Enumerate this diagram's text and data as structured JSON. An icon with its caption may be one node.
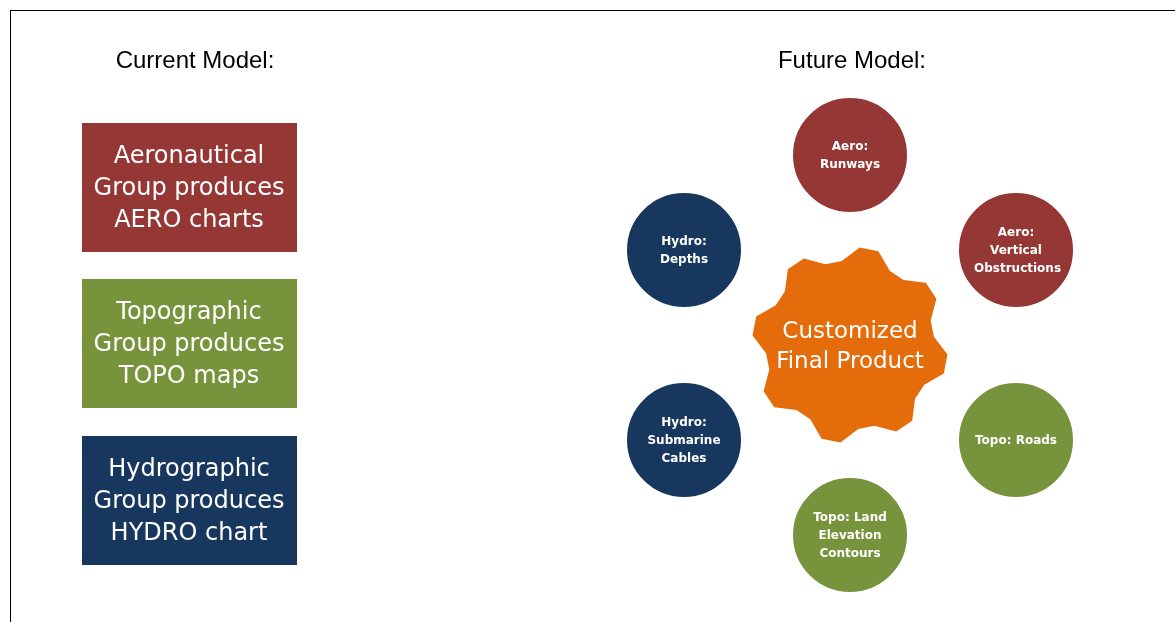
{
  "diagram": {
    "nodes": [
      {
        "text": [
          "Aeronautical Group produces AERO charts"
        ]
      },
      {
        "text": [
          "Topographic Group produces TOPO maps"
        ]
      },
      {
        "text": [
          "Hydrographic Group produces HYDRO chart"
        ]
      },
      {
        "text": [
          "Customized Final Product"
        ]
      },
      {
        "text": [
          "Aero: Runways"
        ]
      },
      {
        "text": [
          "Hydro: Depths"
        ]
      },
      {
        "text": [
          "Aero: Vertical Obstructions"
        ]
      },
      {
        "text": [
          "Hydro: Submarine Cables"
        ]
      },
      {
        "text": [
          "Topo: Roads"
        ]
      },
      {
        "text": [
          "Topo: Land Elevation Contours"
        ]
      }
    ],
    "edges": [],
    "labels": [
      "Current Model:",
      "Future Model:"
    ]
  }
}
